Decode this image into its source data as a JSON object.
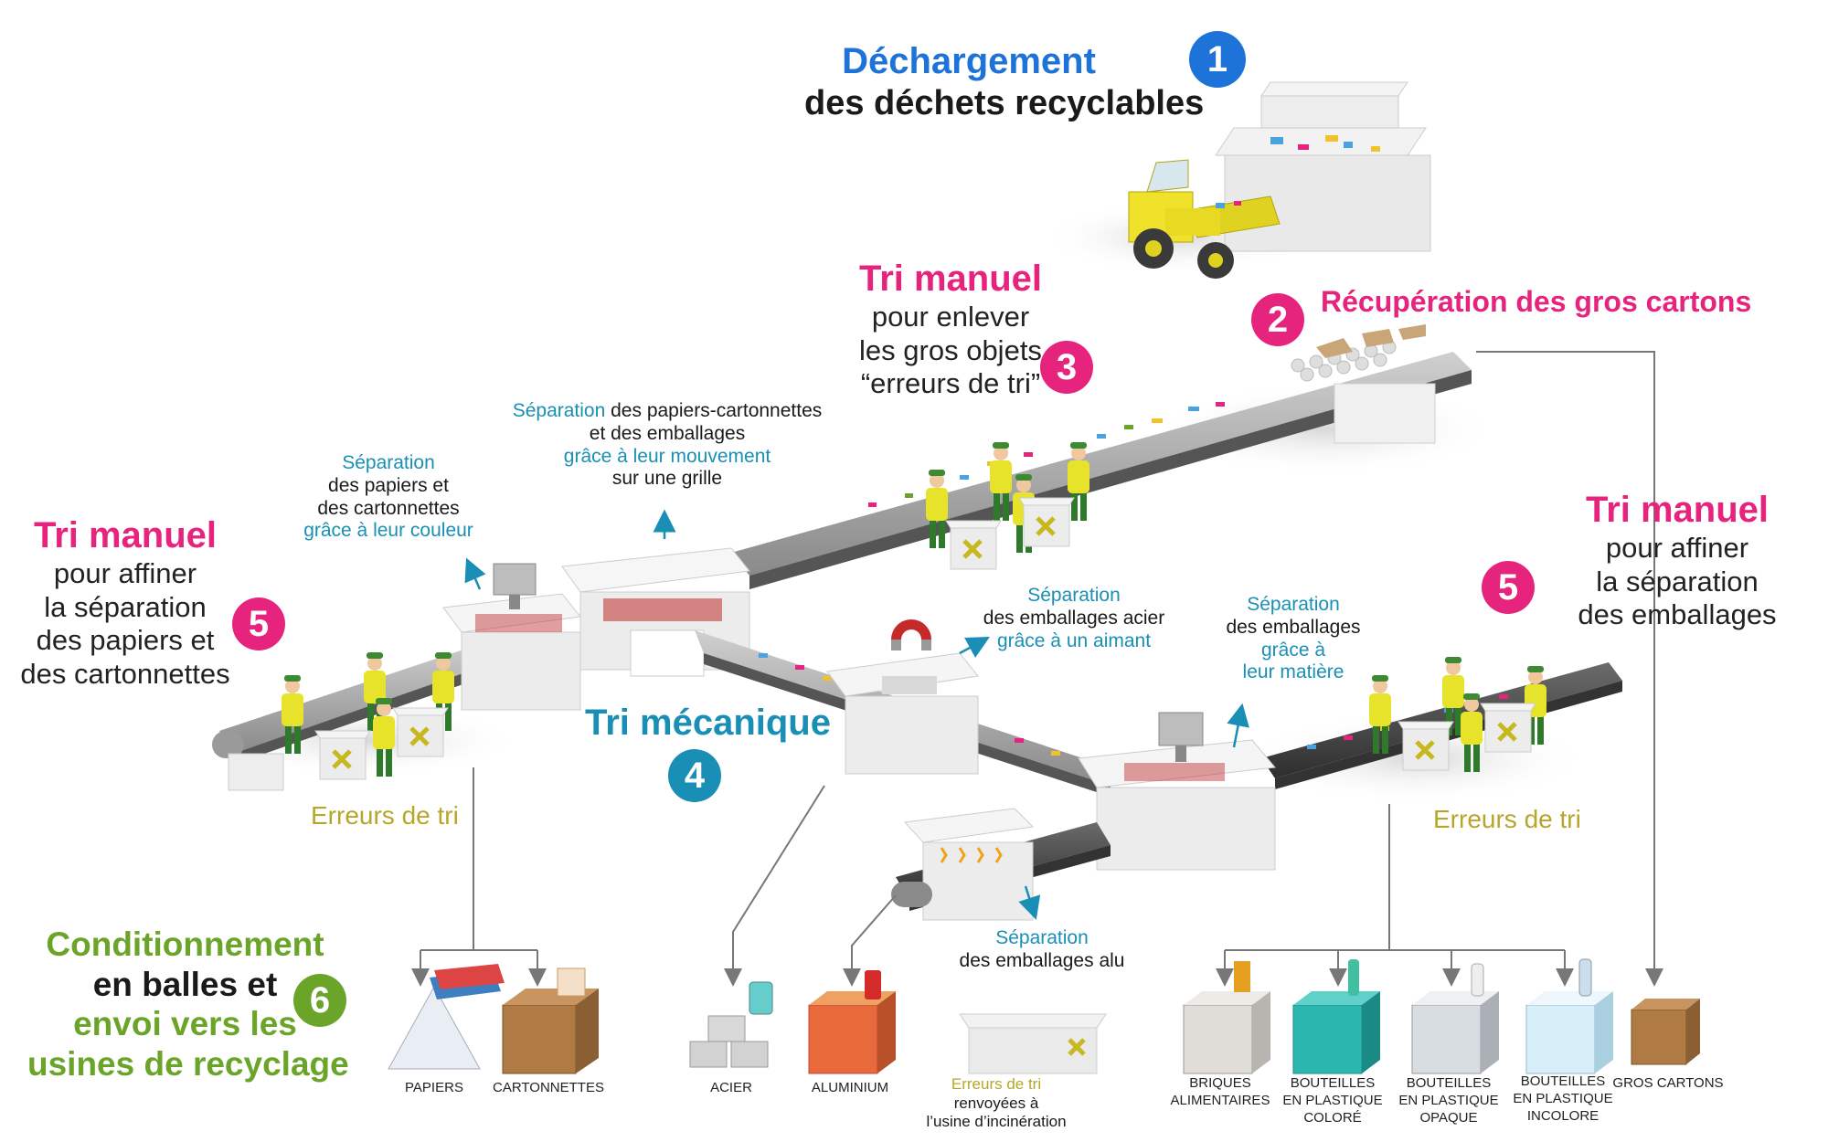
{
  "colors": {
    "pink": "#e6247e",
    "blue": "#1e73d8",
    "teal": "#1a8fb5",
    "green": "#6aa52a",
    "olive": "#b7a62a",
    "yellow_loader": "#f0e22a",
    "belt": "#4a4a4a"
  },
  "steps": {
    "step1": {
      "number": "1",
      "title": "Déchargement",
      "subtitle": "des déchets recyclables"
    },
    "step2": {
      "number": "2",
      "title": "Récupération des gros cartons"
    },
    "step3": {
      "number": "3",
      "title": "Tri manuel",
      "lines": [
        "pour enlever",
        "les gros objets",
        "“erreurs de tri”"
      ]
    },
    "step4": {
      "number": "4",
      "title": "Tri mécanique"
    },
    "step5_left": {
      "number": "5",
      "title": "Tri manuel",
      "lines": [
        "pour affiner",
        "la séparation",
        "des papiers et",
        "des cartonnettes"
      ]
    },
    "step5_right": {
      "number": "5",
      "title": "Tri manuel",
      "lines": [
        "pour affiner",
        "la séparation",
        "des emballages"
      ]
    },
    "step6": {
      "number": "6",
      "title": "Conditionnement",
      "lines": [
        "en balles et"
      ],
      "lines_green": [
        "envoi vers les",
        "usines de recyclage"
      ]
    }
  },
  "annotations": {
    "sep_grille": {
      "a": "Séparation",
      "b": " des papiers-cartonnettes",
      "c": "et des emballages",
      "d": "grâce à leur mouvement",
      "e": "sur une grille"
    },
    "sep_couleur": {
      "a": "Séparation",
      "b": "des papiers et",
      "c": "des cartonnettes",
      "d": "grâce à leur couleur"
    },
    "sep_aimant": {
      "a": "Séparation",
      "b": "des emballages acier",
      "c": "grâce à un aimant"
    },
    "sep_matiere": {
      "a": "Séparation",
      "b": "des emballages",
      "c": "grâce à",
      "d": "leur matière"
    },
    "sep_alu": {
      "a": "Séparation",
      "b": "des emballages alu"
    },
    "erreurs_left": "Erreurs de tri",
    "erreurs_right": "Erreurs de tri",
    "erreurs_bottom": {
      "a": "Erreurs de tri",
      "b": "renvoyées à",
      "c": "l’usine d’incinération"
    }
  },
  "outputs": {
    "papiers": "PAPIERS",
    "cartonnettes": "CARTONNETTES",
    "acier": "ACIER",
    "aluminium": "ALUMINIUM",
    "briques": [
      "BRIQUES",
      "ALIMENTAIRES"
    ],
    "bouteilles_colore": [
      "BOUTEILLES",
      "EN PLASTIQUE",
      "COLORÉ"
    ],
    "bouteilles_opaque": [
      "BOUTEILLES",
      "EN PLASTIQUE",
      "OPAQUE"
    ],
    "bouteilles_incolore": [
      "BOUTEILLES",
      "EN PLASTIQUE",
      "INCOLORE"
    ],
    "gros_cartons": "GROS CARTONS"
  }
}
